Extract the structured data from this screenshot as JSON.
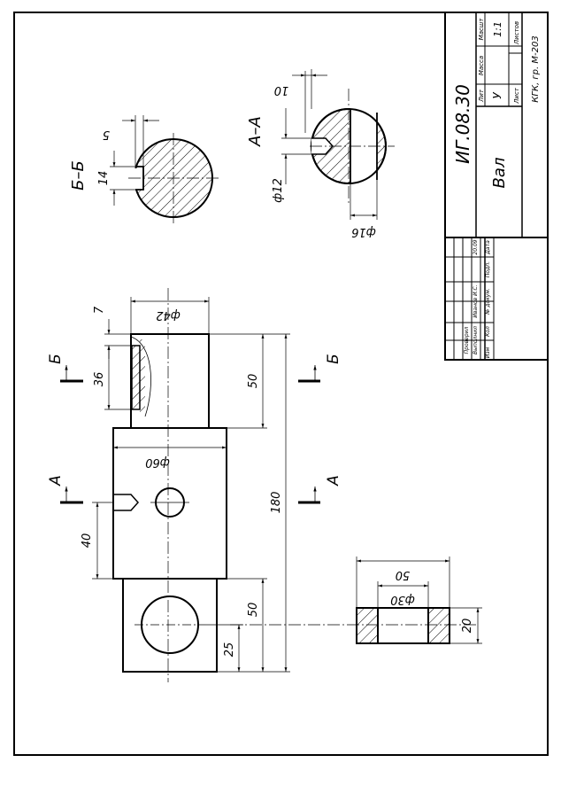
{
  "title_block": {
    "designation": "ИГ.08.30",
    "part_name": "Вал",
    "col_lit": "Лит",
    "col_mass": "Масса",
    "col_scale": "Масшт",
    "lit_value": "У",
    "scale_value": "1:1",
    "sheet_label": "Лист",
    "sheets_label": "Листов",
    "org": "КГК, гр. М-203",
    "hdr_izm": "Изм",
    "hdr_kol": "Кол",
    "hdr_doc": "№ докум.",
    "hdr_sign": "Подп.",
    "hdr_date": "Дата",
    "row_done": "Выполнил",
    "row_checked": "Проверил",
    "done_name": "Иванов И.С.",
    "date_value": "20.09"
  },
  "main_view": {
    "dim_shaft_d": "ф42",
    "dim_flange_d": "ф60",
    "dim_key_offset": "7",
    "dim_key_length": "36",
    "dim_upper_length": "50",
    "dim_total_length": "180",
    "dim_hole_pos": "40",
    "dim_lower_length": "50",
    "dim_lower_hole_pos": "25",
    "label_a": "А",
    "label_b": "Б"
  },
  "section_aa": {
    "title": "А–А",
    "dim_10": "10",
    "dim_12": "ф12",
    "dim_16": "ф16"
  },
  "section_bb": {
    "title": "Б–Б",
    "dim_5": "5",
    "dim_14": "14"
  },
  "washer": {
    "dim_outer": "50",
    "dim_inner": "ф30",
    "dim_thick": "20"
  }
}
